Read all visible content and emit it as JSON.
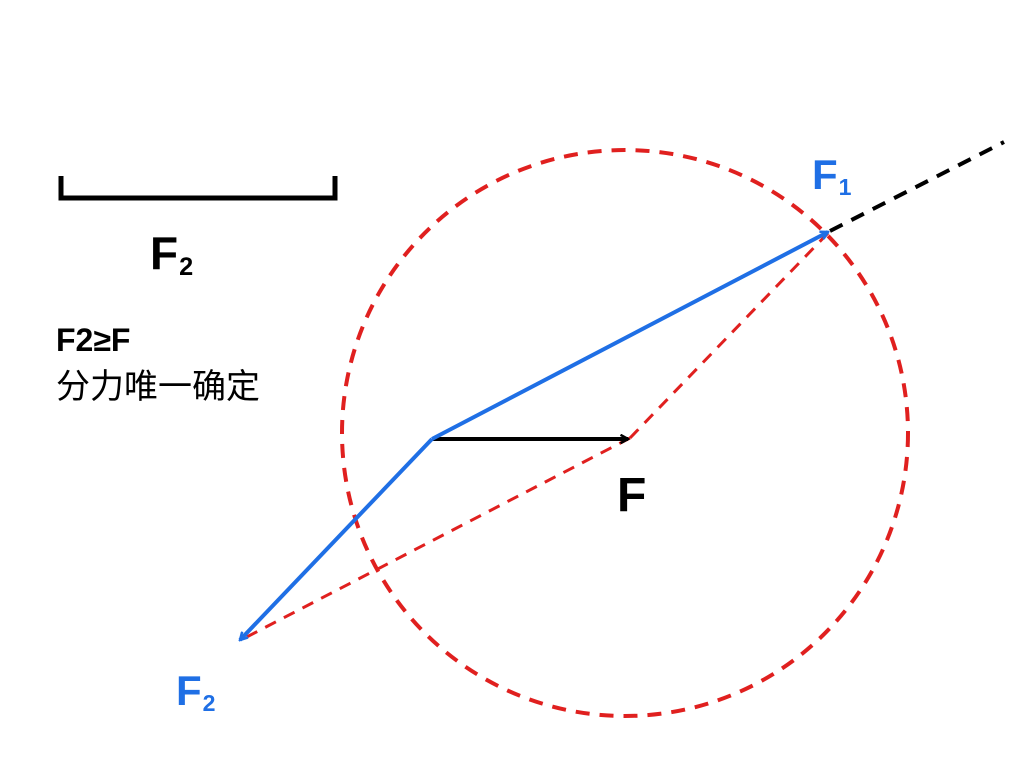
{
  "labels": {
    "scale_f2": {
      "base": "F",
      "sub": "2"
    },
    "f1": {
      "base": "F",
      "sub": "1"
    },
    "f2": {
      "base": "F",
      "sub": "2"
    },
    "f": "F"
  },
  "condition_text": "F2≥F",
  "note_text": "分力唯一确定",
  "colors": {
    "force_vector": "#1f6fe5",
    "resultant": "#000000",
    "construction": "#e0201f",
    "extension": "#000000",
    "label_blue": "#1f6fe5"
  }
}
